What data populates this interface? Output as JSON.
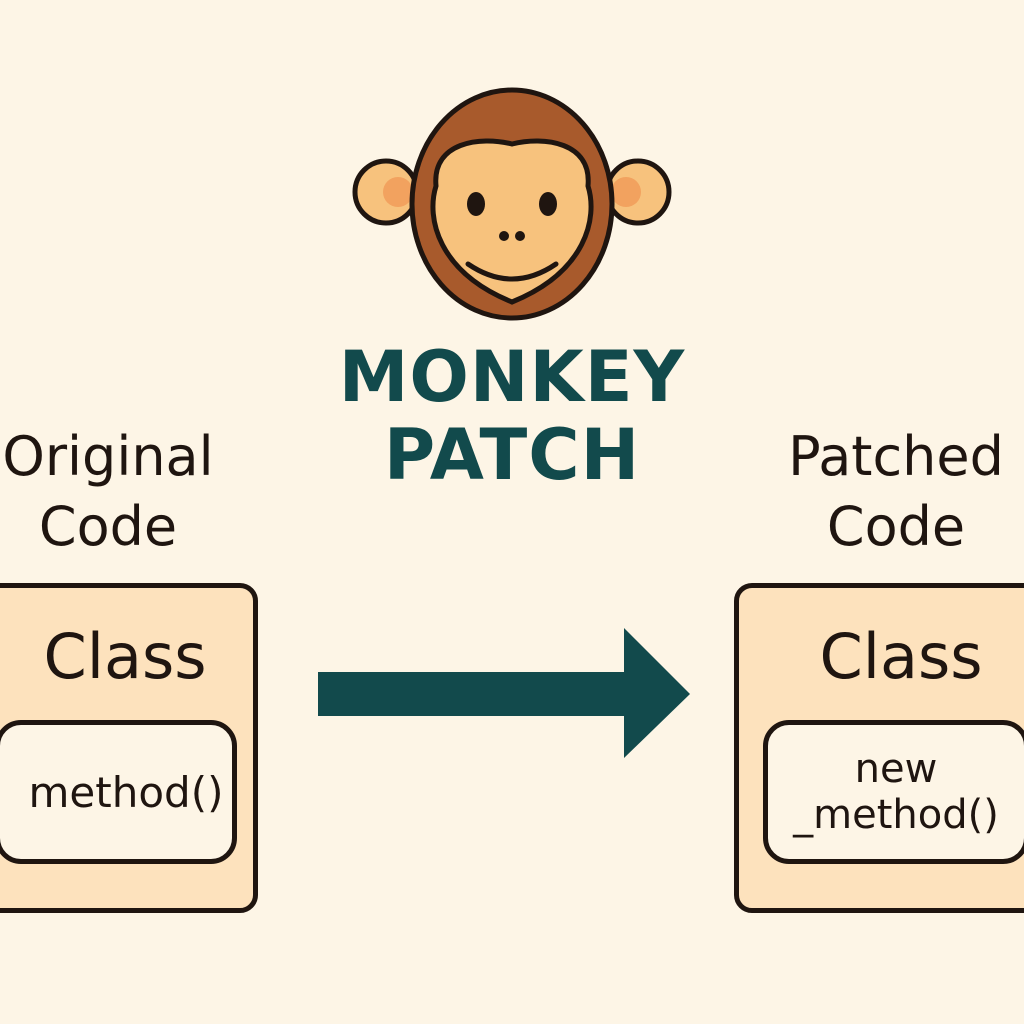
{
  "title": {
    "line1": "MONKEY",
    "line2": "PATCH"
  },
  "left": {
    "label_line1": "Original",
    "label_line2": "Code",
    "class_label": "Class",
    "method_label": "method()"
  },
  "right": {
    "label_line1": "Patched",
    "label_line2": "Code",
    "class_label": "Class",
    "method_line1": "new",
    "method_line2": "_method()"
  },
  "icons": {
    "logo": "monkey-face-icon",
    "transform": "arrow-right-icon"
  },
  "colors": {
    "background": "#fdf5e6",
    "title": "#124a4c",
    "arrow": "#124a4c",
    "box_fill": "#fde2bd",
    "outline": "#1f1510",
    "monkey_fur": "#a85a2c",
    "monkey_skin": "#f7c27d"
  }
}
